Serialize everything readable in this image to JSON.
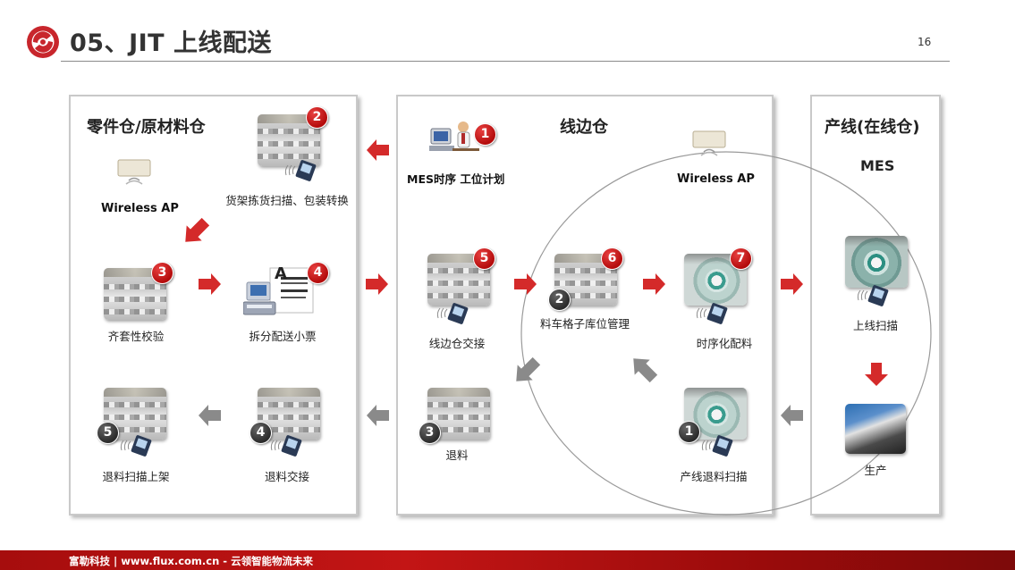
{
  "header": {
    "title": "05、JIT 上线配送",
    "page_number": "16"
  },
  "panels": {
    "left": {
      "title": "零件仓/原材料仓",
      "wireless_ap": "Wireless AP",
      "steps": [
        {
          "badge": "2",
          "label": "货架拣货扫描、包装转换"
        },
        {
          "badge": "3",
          "label": "齐套性校验"
        },
        {
          "badge": "4",
          "label": "拆分配送小票"
        },
        {
          "badge": "4",
          "label": "退料交接"
        },
        {
          "badge": "5",
          "label": "退料扫描上架"
        }
      ],
      "ticket_letter": "A"
    },
    "middle": {
      "title": "线边仓",
      "mes_plan": "MES时序  工位计划",
      "wireless_ap": "Wireless AP",
      "steps": [
        {
          "badge": "1",
          "label": ""
        },
        {
          "badge": "5",
          "label": "线边仓交接"
        },
        {
          "badge": "6",
          "label": ""
        },
        {
          "badge": "2",
          "label": "料车格子库位管理"
        },
        {
          "badge": "7",
          "label": "时序化配料"
        },
        {
          "badge": "3",
          "label": "退料"
        },
        {
          "badge": "1",
          "label": "产线退料扫描"
        }
      ]
    },
    "right": {
      "title": "产线(在线仓)",
      "subtitle": "MES",
      "steps": [
        {
          "label": "上线扫描"
        },
        {
          "label": "生产"
        }
      ]
    }
  },
  "footer": {
    "text": "富勒科技 | www.flux.com.cn  -  云领智能物流未来"
  },
  "colors": {
    "accent_red": "#c8262c",
    "arrow_gray": "#8a8a8a",
    "footer_red": "#b51212"
  }
}
